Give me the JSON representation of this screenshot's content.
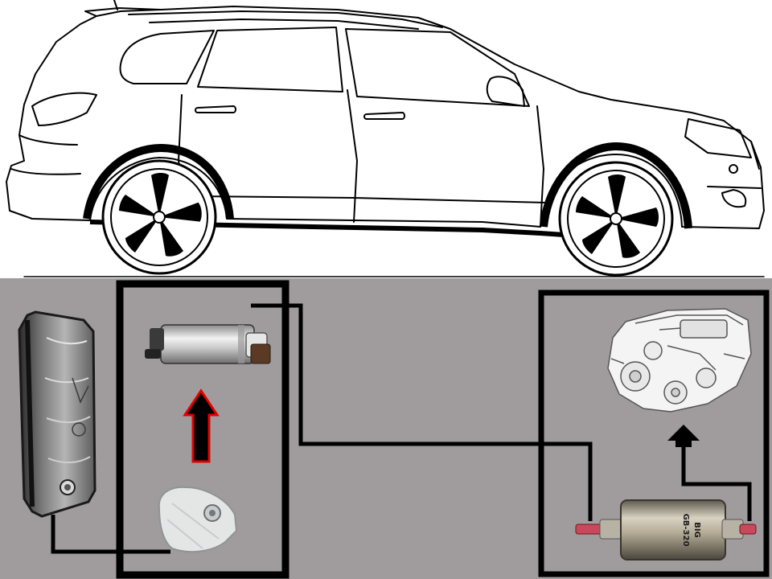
{
  "diagram": {
    "colors": {
      "background_top": "#ffffff",
      "panel": "#a09c9d",
      "line": "#000000",
      "arrow_up_fill": "#000000",
      "arrow_pump_fill": "#000000",
      "arrow_pump_outline": "#e00000"
    },
    "components": [
      {
        "id": "car",
        "icon": "car-side-outline-icon"
      },
      {
        "id": "fuel-tank",
        "icon": "fuel-tank-icon"
      },
      {
        "id": "fuel-pump",
        "icon": "fuel-pump-icon"
      },
      {
        "id": "pump-strainer",
        "icon": "fuel-strainer-icon"
      },
      {
        "id": "fuel-filter",
        "icon": "fuel-filter-icon"
      },
      {
        "id": "engine",
        "icon": "engine-icon"
      }
    ],
    "filter_label": {
      "brand": "BIG",
      "model": "GB-320"
    }
  }
}
